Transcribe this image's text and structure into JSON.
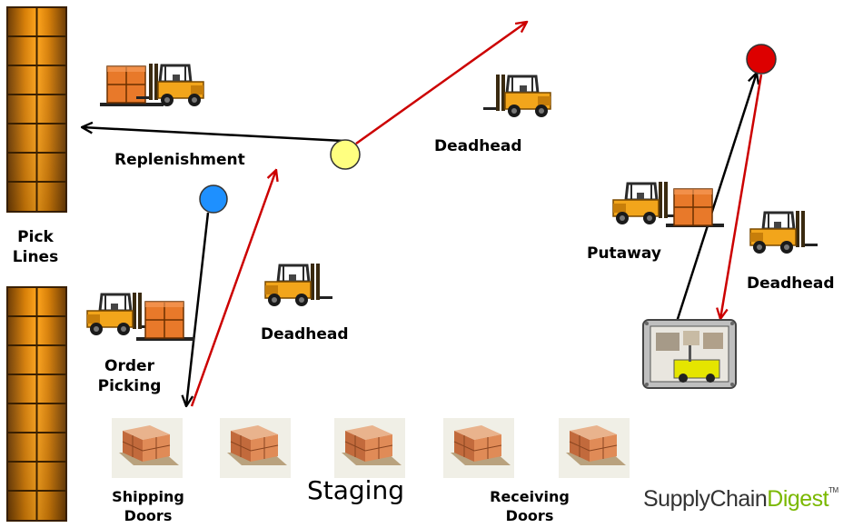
{
  "labels": {
    "replenishment": "Replenishment",
    "deadhead_top": "Deadhead",
    "pick": "Pick",
    "lines": "Lines",
    "putaway": "Putaway",
    "deadhead_right": "Deadhead",
    "deadhead_mid": "Deadhead",
    "order": "Order",
    "picking": "Picking",
    "shipping": "Shipping",
    "shipping_doors": "Doors",
    "staging": "Staging",
    "receiving": "Receiving",
    "receiving_doors": "Doors"
  },
  "brand": {
    "part1": "SupplyChain",
    "part2": "Digest",
    "tm": "TM"
  },
  "colors": {
    "red_path": "#cc0000",
    "black_path": "#000000",
    "yellow_node": "#ffff80",
    "blue_node": "#1e90ff",
    "red_node": "#dd0000",
    "rack_orange": "#e8900a",
    "brand_gray": "#333333",
    "brand_green": "#7ab800"
  }
}
